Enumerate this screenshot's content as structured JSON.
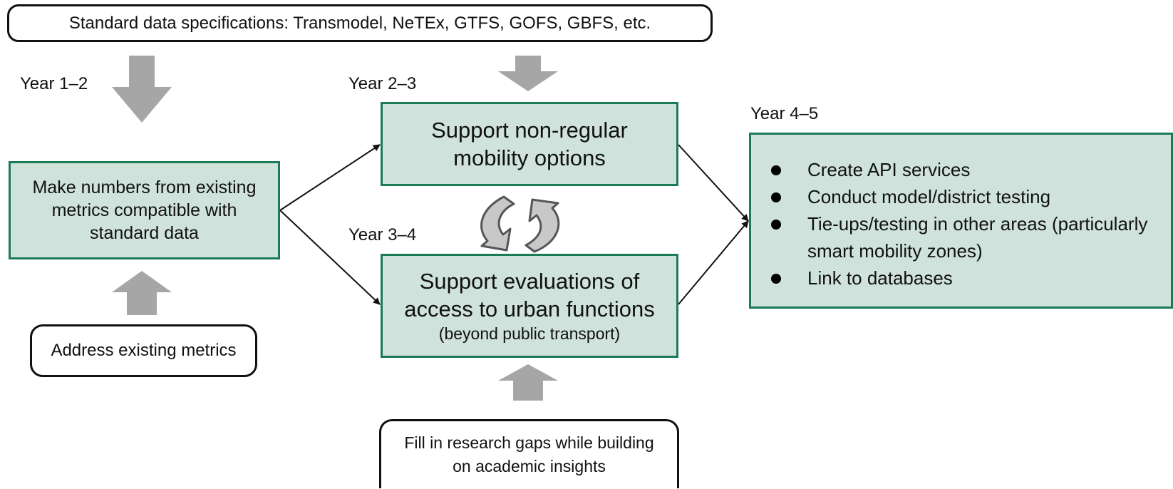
{
  "top_spec": "Standard data specifications: Transmodel, NeTEx, GTFS, GOFS, GBFS, etc.",
  "year_labels": {
    "y12": "Year 1–2",
    "y23": "Year 2–3",
    "y34": "Year 3–4",
    "y45": "Year 4–5"
  },
  "step1": {
    "line1": "Make numbers from existing",
    "line2": "metrics compatible with",
    "line3": "standard data"
  },
  "step2": {
    "line1": "Support non-regular",
    "line2": "mobility options"
  },
  "step3": {
    "line1": "Support evaluations of",
    "line2": "access to urban functions",
    "sub": "(beyond public transport)"
  },
  "step4": {
    "bullets": [
      "Create API services",
      "Conduct model/district testing",
      "Tie-ups/testing in other areas (particularly",
      "Link to databases"
    ],
    "bullet3_cont": "smart mobility zones)"
  },
  "bottom_left": "Address existing metrics",
  "bottom_center": {
    "line1": "Fill in research gaps while building",
    "line2": "on academic insights"
  },
  "colors": {
    "green_fill": "#cfe2db",
    "green_border": "#1c7a55",
    "gray_arrow": "#a6a6a6"
  }
}
